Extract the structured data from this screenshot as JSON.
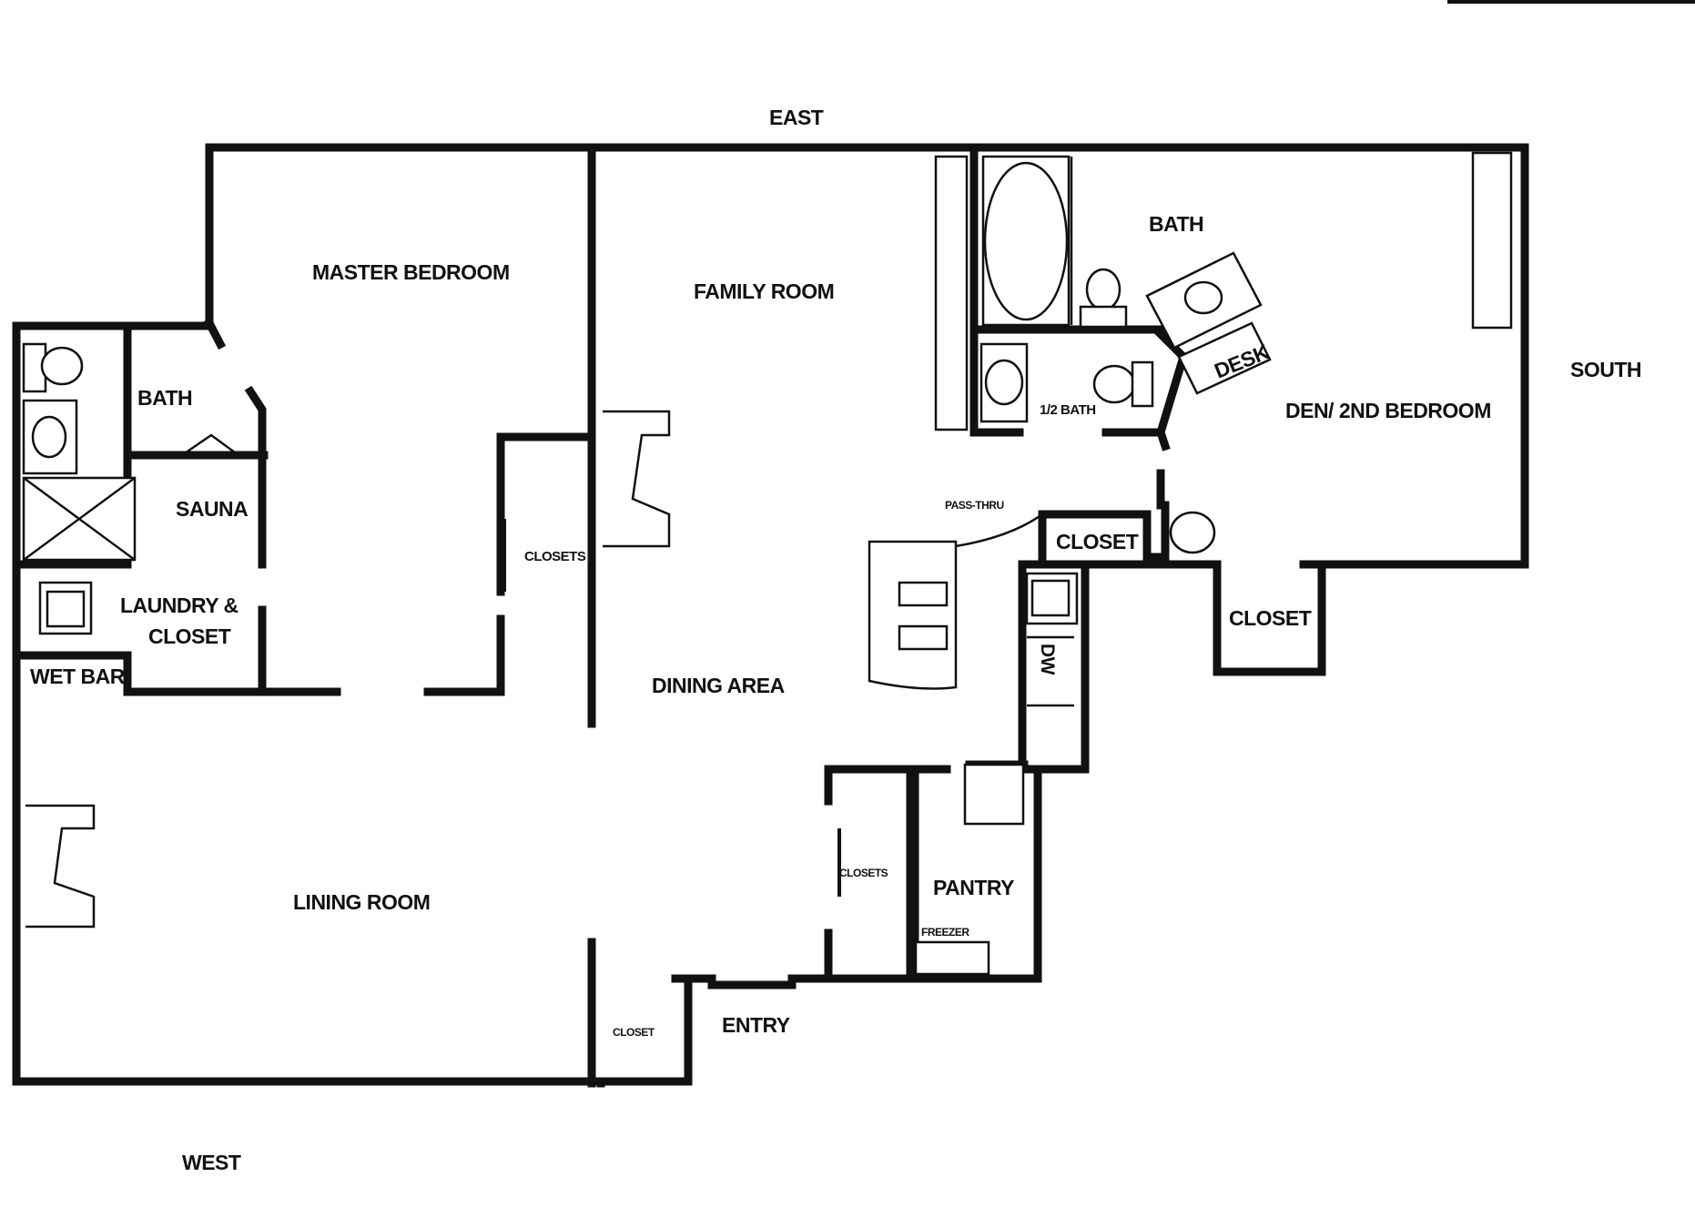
{
  "compass": {
    "east": "EAST",
    "west": "WEST",
    "south": "SOUTH"
  },
  "rooms": {
    "master_bedroom": "MASTER BEDROOM",
    "family_room": "FAMILY ROOM",
    "bath_upper": "BATH",
    "bath_left": "BATH",
    "sauna": "SAUNA",
    "laundry_line1": "LAUNDRY &",
    "laundry_line2": "CLOSET",
    "wet_bar": "WET BAR",
    "closets_master": "CLOSETS",
    "dining_area": "DINING AREA",
    "lining_room": "LINING ROOM",
    "half_bath": "1/2 BATH",
    "desk": "DESK",
    "den": "DEN/ 2ND BEDROOM",
    "pass_thru": "PASS-THRU",
    "closet_kitchen": "CLOSET",
    "closet_den": "CLOSET",
    "closets_hall": "CLOSETS",
    "pantry": "PANTRY",
    "freezer": "FREEZER",
    "closet_entry": "CLOSET",
    "entry": "ENTRY",
    "dishwasher": "DW"
  }
}
